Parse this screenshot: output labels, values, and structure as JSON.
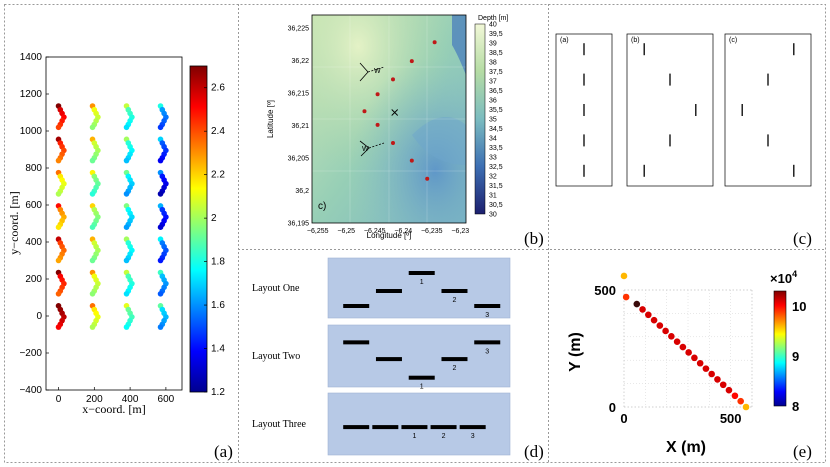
{
  "panels": {
    "a": {
      "label": "(a)"
    },
    "b": {
      "label": "(b)"
    },
    "c": {
      "label": "(c)"
    },
    "d": {
      "label": "(d)"
    },
    "e": {
      "label": "(e)"
    }
  },
  "chart_data": [
    {
      "id": "a",
      "type": "scatter",
      "xlabel": "x−coord. [m]",
      "ylabel": "y−coord. [m]",
      "xlim": [
        -70,
        690
      ],
      "ylim": [
        -400,
        1400
      ],
      "xticks": [
        "0",
        "200",
        "400",
        "600"
      ],
      "xtick_values": [
        0,
        200,
        400,
        600
      ],
      "yticks": [
        "−400",
        "−200",
        "0",
        "200",
        "400",
        "600",
        "800",
        "1000",
        "1200",
        "1400"
      ],
      "ytick_values": [
        -400,
        -200,
        0,
        200,
        400,
        600,
        800,
        1000,
        1200,
        1400
      ],
      "colorbar": {
        "min": 1.2,
        "max": 2.7,
        "ticks": [
          "1.2",
          "1.4",
          "1.6",
          "1.8",
          "2",
          "2.2",
          "2.4",
          "2.6"
        ],
        "tick_values": [
          1.2,
          1.4,
          1.6,
          1.8,
          2.0,
          2.2,
          2.4,
          2.6
        ],
        "colormap": "jet"
      },
      "groups": {
        "x_centers": [
          0,
          190,
          380,
          570
        ],
        "y_centers": [
          0,
          180,
          360,
          540,
          720,
          900,
          1080
        ],
        "chevron_offsets": [
          [
            -10,
            55
          ],
          [
            0,
            35
          ],
          [
            10,
            15
          ],
          [
            20,
            -5
          ],
          [
            10,
            -25
          ],
          [
            0,
            -45
          ],
          [
            -10,
            -60
          ]
        ],
        "column_values": [
          [
            2.7,
            2.55,
            2.45,
            2.35,
            2.2,
            2.5,
            2.6
          ],
          [
            2.2,
            2.15,
            2.1,
            2.05,
            2.0,
            2.1,
            2.15
          ],
          [
            1.95,
            1.9,
            1.85,
            1.8,
            1.78,
            1.85,
            1.9
          ],
          [
            1.75,
            1.7,
            1.6,
            1.5,
            1.45,
            1.55,
            1.65
          ]
        ]
      }
    },
    {
      "id": "b",
      "type": "heatmap",
      "xlabel": "Longitude [º]",
      "ylabel": "Latitude [º]",
      "xlim": [
        -6.256,
        -6.229
      ],
      "ylim": [
        36.195,
        36.227
      ],
      "xticks": [
        "−6,255",
        "−6,25",
        "−6,245",
        "−6,24",
        "−6,235",
        "−6,23"
      ],
      "xtick_values": [
        -6.255,
        -6.25,
        -6.245,
        -6.24,
        -6.235,
        -6.23
      ],
      "yticks": [
        "36,195",
        "36,2",
        "36,205",
        "36,21",
        "36,215",
        "36,22",
        "36,225"
      ],
      "ytick_values": [
        36.195,
        36.2,
        36.205,
        36.21,
        36.215,
        36.22,
        36.225
      ],
      "colorbar": {
        "title": "Depth [m]",
        "min": 30,
        "max": 40,
        "ticks": [
          "30",
          "30,5",
          "31",
          "31,5",
          "32",
          "32,5",
          "33",
          "33,5",
          "34",
          "34,5",
          "35",
          "35,5",
          "36",
          "36,5",
          "37",
          "37,5",
          "38",
          "38,5",
          "39",
          "39,5",
          "40"
        ],
        "tick_values": [
          30,
          30.5,
          31,
          31.5,
          32,
          32.5,
          33,
          33.5,
          34,
          34.5,
          35,
          35.5,
          36,
          36.5,
          37,
          37.5,
          38,
          38.5,
          39,
          39.5,
          40
        ]
      },
      "annotation": "c)",
      "wave_label": "W",
      "points": [
        [
          -6.2345,
          36.2228
        ],
        [
          -6.2385,
          36.2199
        ],
        [
          -6.2418,
          36.2171
        ],
        [
          -6.2445,
          36.2148
        ],
        [
          -6.2468,
          36.2122
        ],
        [
          -6.2445,
          36.2101
        ],
        [
          -6.2418,
          36.2073
        ],
        [
          -6.2385,
          36.2046
        ],
        [
          -6.2358,
          36.2018
        ]
      ],
      "cross": [
        -6.2415,
        36.212
      ]
    },
    {
      "id": "c",
      "type": "diagram",
      "subpanels": [
        {
          "label": "(a)",
          "segments": [
            [
              0.5,
              0.1
            ],
            [
              0.5,
              0.3
            ],
            [
              0.5,
              0.5
            ],
            [
              0.5,
              0.7
            ],
            [
              0.5,
              0.9
            ]
          ]
        },
        {
          "label": "(b)",
          "segments": [
            [
              0.2,
              0.1
            ],
            [
              0.5,
              0.3
            ],
            [
              0.8,
              0.5
            ],
            [
              0.5,
              0.7
            ],
            [
              0.2,
              0.9
            ]
          ]
        },
        {
          "label": "(c)",
          "segments": [
            [
              0.8,
              0.1
            ],
            [
              0.5,
              0.3
            ],
            [
              0.2,
              0.5
            ],
            [
              0.5,
              0.7
            ],
            [
              0.8,
              0.9
            ]
          ]
        }
      ]
    },
    {
      "id": "d",
      "type": "diagram",
      "layouts": [
        {
          "name": "Layout One",
          "bars": [
            [
              0.1,
              0.8
            ],
            [
              0.28,
              0.55
            ],
            [
              0.46,
              0.25
            ],
            [
              0.64,
              0.55
            ],
            [
              0.82,
              0.8
            ]
          ],
          "numbers": {
            "2": "1",
            "3": "2",
            "4": "3"
          }
        },
        {
          "name": "Layout Two",
          "bars": [
            [
              0.1,
              0.28
            ],
            [
              0.28,
              0.55
            ],
            [
              0.46,
              0.85
            ],
            [
              0.64,
              0.55
            ],
            [
              0.82,
              0.28
            ]
          ],
          "numbers": {
            "2": "1",
            "3": "2",
            "4": "3"
          }
        },
        {
          "name": "Layout Three",
          "bars": [
            [
              0.1,
              0.55
            ],
            [
              0.26,
              0.55
            ],
            [
              0.42,
              0.55
            ],
            [
              0.58,
              0.55
            ],
            [
              0.74,
              0.55
            ]
          ],
          "numbers": {
            "2": "1",
            "3": "2",
            "4": "3"
          }
        }
      ]
    },
    {
      "id": "e",
      "type": "scatter",
      "xlabel": "X (m)",
      "ylabel": "Y (m)",
      "xlim": [
        0,
        600
      ],
      "ylim": [
        0,
        500
      ],
      "xticks": [
        "0",
        "500"
      ],
      "xtick_values": [
        0,
        500
      ],
      "yticks": [
        "0",
        "500"
      ],
      "ytick_values": [
        0,
        500
      ],
      "colorbar": {
        "min": 8,
        "max": 10.3,
        "ticks": [
          "8",
          "9",
          "10"
        ],
        "tick_values": [
          8,
          9,
          10
        ],
        "exponent": "×10",
        "exponent_power": "4",
        "colormap": "jet"
      },
      "points": [
        [
          0,
          560,
          9.6
        ],
        [
          10,
          470,
          9.9
        ],
        [
          60,
          440,
          10.0
        ],
        [
          87,
          417,
          10.1
        ],
        [
          114,
          394,
          10.1
        ],
        [
          141,
          371,
          10.1
        ],
        [
          168,
          348,
          10.1
        ],
        [
          195,
          325,
          10.1
        ],
        [
          222,
          302,
          10.1
        ],
        [
          249,
          279,
          10.1
        ],
        [
          276,
          256,
          10.1
        ],
        [
          303,
          233,
          10.1
        ],
        [
          330,
          210,
          10.1
        ],
        [
          357,
          187,
          10.1
        ],
        [
          384,
          164,
          10.1
        ],
        [
          411,
          141,
          10.1
        ],
        [
          438,
          118,
          10.1
        ],
        [
          465,
          95,
          10.1
        ],
        [
          492,
          72,
          10.1
        ],
        [
          520,
          48,
          10.0
        ],
        [
          547,
          25,
          9.9
        ],
        [
          572,
          0,
          9.6
        ]
      ]
    }
  ]
}
